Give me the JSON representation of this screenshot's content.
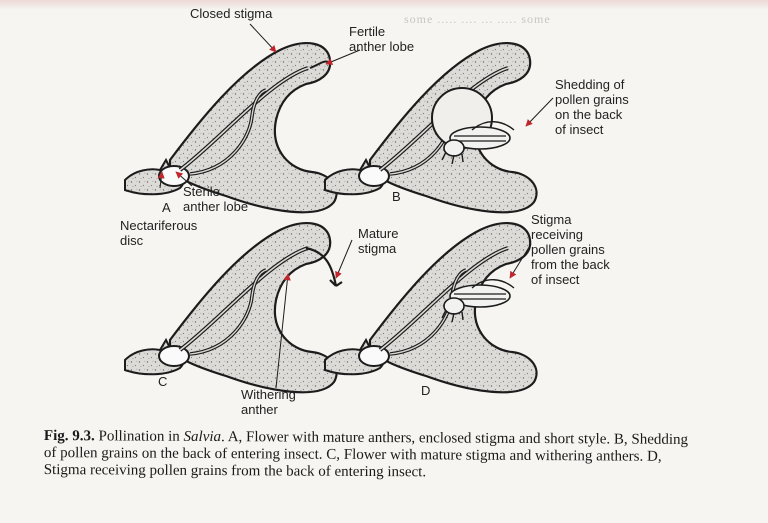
{
  "labels": {
    "closed_stigma": "Closed stigma",
    "fertile_anther_lobe": "Fertile\nanther lobe",
    "shedding": "Shedding of\npollen grains\non the back\nof insect",
    "sterile_anther_lobe": "Sterile\nanther lobe",
    "nectariferous_disc": "Nectariferous\ndisc",
    "mature_stigma": "Mature\nstigma",
    "stigma_receiving": "Stigma\nreceiving\npollen grains\nfrom the back\nof insect",
    "withering_anther": "Withering\nanther"
  },
  "panels": {
    "a": "A",
    "b": "B",
    "c": "C",
    "d": "D"
  },
  "bleed_text": "some ..... .... ... ..... some",
  "caption": {
    "fig_num": "Fig. 9.3.",
    "lead": " Pollination in ",
    "genus": "Salvia",
    "rest": ". A, Flower with mature anthers, enclosed stigma and short style. B, Shedding of pollen grains on the back of entering insect. C, Flower with mature stigma and withering anthers. D, Stigma receiving pollen grains from the back of entering insect."
  },
  "colors": {
    "arrow": "#c0262b",
    "ink": "#1c1c1c",
    "stipple": "#d9d8d4"
  }
}
